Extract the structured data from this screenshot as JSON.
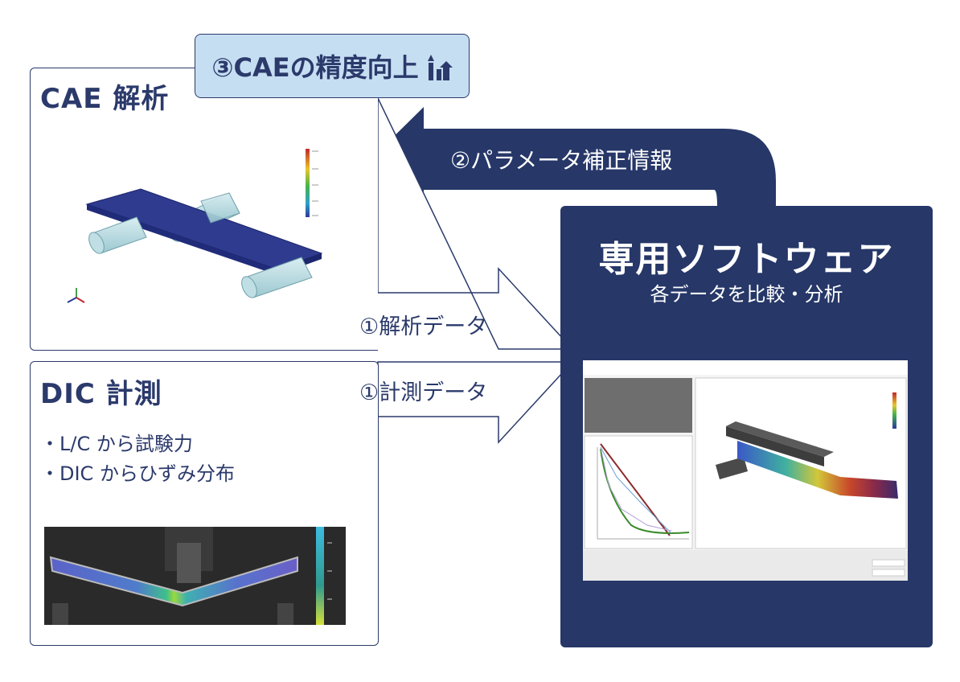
{
  "improve_box": {
    "label": "③CAEの精度向上"
  },
  "cae_panel": {
    "title": "CAE 解析"
  },
  "dic_panel": {
    "title": "DIC 計測",
    "bullets": [
      "・L/C から試験力",
      "・DIC からひずみ分布"
    ]
  },
  "flows": {
    "param": "②パラメータ補正情報",
    "analysis_data": "①解析データ",
    "measure_data": "①計測データ"
  },
  "software": {
    "title": "専用ソフトウェア",
    "subtitle": "各データを比較・分析"
  },
  "colors": {
    "navy": "#263768",
    "light_blue": "#c6def2"
  }
}
